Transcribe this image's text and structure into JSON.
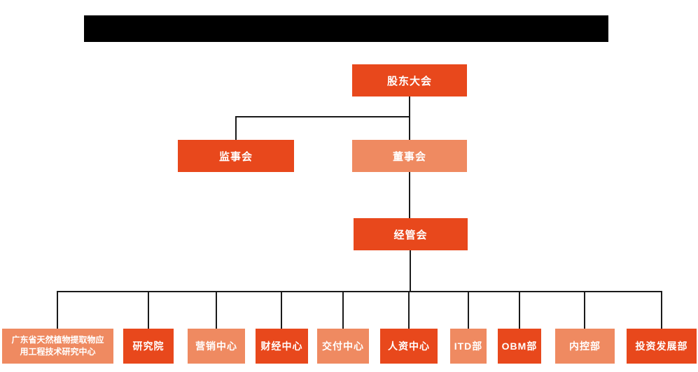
{
  "colors": {
    "primary": "#E8481C",
    "secondary": "#EF8A61",
    "connector": "#1A1A1A",
    "redaction": "#000000",
    "node_text": "#FFFFFF",
    "background": "#FFFFFF"
  },
  "org": {
    "level1": {
      "label": "股东大会"
    },
    "level2": [
      {
        "label": "监事会"
      },
      {
        "label": "董事会"
      }
    ],
    "level3": {
      "label": "经管会"
    },
    "level4": [
      {
        "label": "广东省天然植物提取物应\n用工程技术研究中心"
      },
      {
        "label": "研究院"
      },
      {
        "label": "营销中心"
      },
      {
        "label": "财经中心"
      },
      {
        "label": "交付中心"
      },
      {
        "label": "人资中心"
      },
      {
        "label": "ITD部"
      },
      {
        "label": "OBM部"
      },
      {
        "label": "内控部"
      },
      {
        "label": "投资发展部"
      }
    ]
  }
}
